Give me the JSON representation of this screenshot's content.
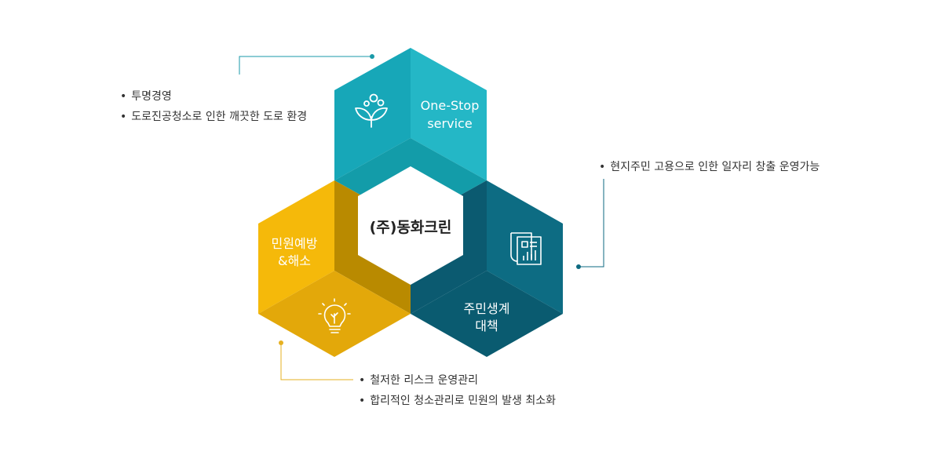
{
  "center": {
    "label": "(주)동화크린"
  },
  "hexes": {
    "top": {
      "label_line1": "One-Stop",
      "label_line2": "service",
      "icon": "plant-icon"
    },
    "left": {
      "label_line1": "민원예방",
      "label_line2": "&해소",
      "icon": "lightbulb-icon"
    },
    "right": {
      "label_line1": "주민생계",
      "label_line2": "대책",
      "icon": "document-chart-icon"
    }
  },
  "callouts": {
    "top_left": [
      "투명경영",
      "도로진공청소로 인한 깨끗한 도로 환경"
    ],
    "right": [
      "현지주민 고용으로 인한 일자리 창출 운영가능"
    ],
    "bottom": [
      "철저한 리스크 운영관리",
      "합리적인 청소관리로 민원의 발생 최소화"
    ]
  },
  "colors": {
    "teal": "#22b2c2",
    "teal_dark": "#139aaa",
    "yellow": "#f5b90a",
    "yellow_dark": "#ddA607",
    "navy": "#0e6a80",
    "navy_dark": "#0b5468",
    "connector": "#1a9aa8",
    "connector_yellow": "#e6b020"
  }
}
